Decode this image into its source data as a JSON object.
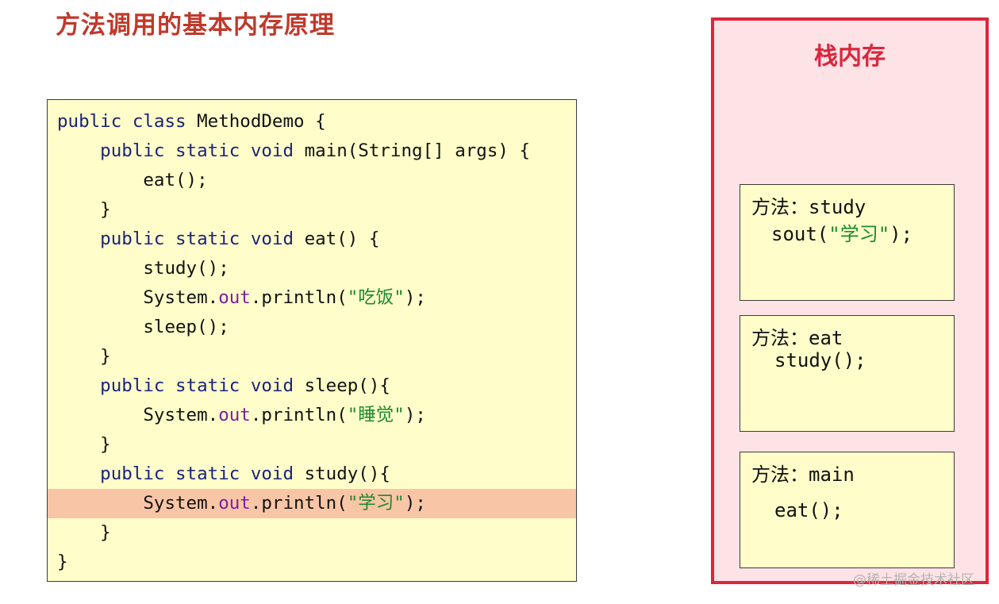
{
  "title": "方法调用的基本内存原理",
  "code": {
    "lines": [
      [
        {
          "t": "public class ",
          "c": "kw"
        },
        {
          "t": "MethodDemo {",
          "c": ""
        }
      ],
      [
        {
          "t": "    public static void ",
          "c": "kw"
        },
        {
          "t": "main(String[] args) {",
          "c": ""
        }
      ],
      [
        {
          "t": "        eat();",
          "c": ""
        }
      ],
      [
        {
          "t": "    }",
          "c": ""
        }
      ],
      [
        {
          "t": "    public static void ",
          "c": "kw"
        },
        {
          "t": "eat() {",
          "c": ""
        }
      ],
      [
        {
          "t": "        study();",
          "c": ""
        }
      ],
      [
        {
          "t": "        System.",
          "c": ""
        },
        {
          "t": "out",
          "c": "fld"
        },
        {
          "t": ".println(",
          "c": ""
        },
        {
          "t": "\"吃饭\"",
          "c": "str"
        },
        {
          "t": ");",
          "c": ""
        }
      ],
      [
        {
          "t": "        sleep();",
          "c": ""
        }
      ],
      [
        {
          "t": "    }",
          "c": ""
        }
      ],
      [
        {
          "t": "    public static void ",
          "c": "kw"
        },
        {
          "t": "sleep(){",
          "c": ""
        }
      ],
      [
        {
          "t": "        System.",
          "c": ""
        },
        {
          "t": "out",
          "c": "fld"
        },
        {
          "t": ".println(",
          "c": ""
        },
        {
          "t": "\"睡觉\"",
          "c": "str"
        },
        {
          "t": ");",
          "c": ""
        }
      ],
      [
        {
          "t": "    }",
          "c": ""
        }
      ],
      [
        {
          "t": "    public static void ",
          "c": "kw"
        },
        {
          "t": "study(){",
          "c": ""
        }
      ],
      [
        {
          "t": "        System.",
          "c": ""
        },
        {
          "t": "out",
          "c": "fld"
        },
        {
          "t": ".println(",
          "c": ""
        },
        {
          "t": "\"学习\"",
          "c": "str"
        },
        {
          "t": ");",
          "c": ""
        }
      ],
      [
        {
          "t": "    }",
          "c": ""
        }
      ],
      [
        {
          "t": "}",
          "c": ""
        }
      ]
    ],
    "highlight_line": 13
  },
  "stack": {
    "title": "栈内存",
    "frames": [
      {
        "head": "方法：study",
        "body": [
          {
            "t": "sout(",
            "c": ""
          },
          {
            "t": "\"学习\"",
            "c": "str"
          },
          {
            "t": ");",
            "c": ""
          }
        ]
      },
      {
        "head": "方法：eat",
        "body": [
          {
            "t": "study();",
            "c": ""
          }
        ]
      },
      {
        "head": "方法：main",
        "body": [
          {
            "t": "eat();",
            "c": ""
          }
        ]
      }
    ]
  },
  "watermark": "@稀土掘金技术社区",
  "colors": {
    "title": "#c0392b",
    "stack_border": "#d8283c",
    "stack_bg": "#fde2e6",
    "panel_bg": "#fffdc9",
    "highlight": "#f8c6a6",
    "keyword": "#1a237e",
    "field": "#7b1fa2",
    "string": "#1b8a2f"
  }
}
